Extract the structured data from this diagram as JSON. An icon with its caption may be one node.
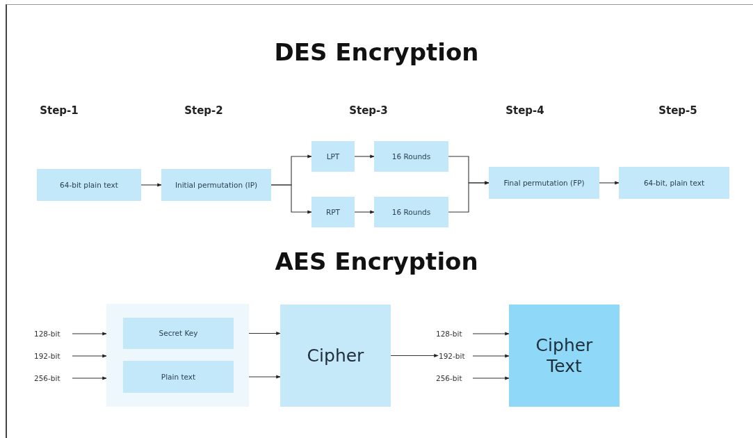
{
  "diagram": {
    "title": "DES Encryption",
    "nodes": [
      {
        "text": [
          "64-bit plain text"
        ]
      },
      {
        "text": [
          "Initial permutation (IP)"
        ]
      },
      {
        "text": [
          "LPT"
        ]
      },
      {
        "text": [
          "RPT"
        ]
      },
      {
        "text": [
          "16 Rounds"
        ]
      },
      {
        "text": [
          "16 Rounds"
        ]
      },
      {
        "text": [
          "Final permutation (FP)"
        ]
      },
      {
        "text": [
          "64-bit, plain text"
        ]
      },
      {
        "text": [],
        "shape": "box"
      },
      {
        "text": [
          "Secret Key"
        ],
        "in": 8
      },
      {
        "text": [
          "Plain text"
        ],
        "in": 8
      },
      {
        "text": [
          "Cipher"
        ]
      },
      {
        "text": [
          "Cipher Text"
        ]
      },
      {
        "text": [
          "128-bit"
        ]
      },
      {
        "text": [
          "192-bit"
        ]
      },
      {
        "text": [
          "256-bit"
        ]
      },
      {
        "text": [
          "128-bit"
        ]
      },
      {
        "text": [
          "192-bit"
        ]
      },
      {
        "text": [
          "256-bit"
        ]
      }
    ],
    "edges": [
      {
        "from": 0,
        "to": 1,
        "arrow": "to"
      },
      {
        "from": 1,
        "to": 2,
        "arrow": "to"
      },
      {
        "from": 1,
        "to": 3,
        "arrow": "to"
      },
      {
        "from": 2,
        "to": 4,
        "arrow": "to"
      },
      {
        "from": 3,
        "to": 5,
        "arrow": "to"
      },
      {
        "from": 4,
        "to": 6,
        "arrow": "to"
      },
      {
        "from": 5,
        "to": 6,
        "arrow": "to"
      },
      {
        "from": 6,
        "to": 7,
        "arrow": "to"
      },
      {
        "from": 13,
        "to": 8,
        "arrow": "to"
      },
      {
        "from": 14,
        "to": 8,
        "arrow": "to"
      },
      {
        "from": 15,
        "to": 8,
        "arrow": "to"
      },
      {
        "from": 9,
        "to": 11,
        "arrow": "to"
      },
      {
        "from": 10,
        "to": 11,
        "arrow": "to"
      },
      {
        "from": 11,
        "to": 17,
        "arrow": "to"
      },
      {
        "from": 16,
        "to": 12,
        "arrow": "to"
      },
      {
        "from": 17,
        "to": 12,
        "arrow": "to"
      },
      {
        "from": 18,
        "to": 12,
        "arrow": "to"
      }
    ],
    "labels": [
      "Step-1",
      "Step-2",
      "Step-3",
      "Step-4",
      "Step-5",
      "AES Encryption"
    ]
  }
}
